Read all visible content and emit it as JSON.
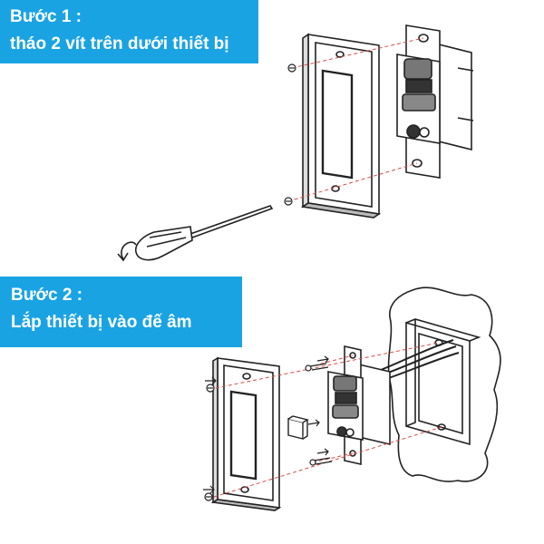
{
  "step1": {
    "title": "Bước 1 :",
    "description": "tháo 2 vít trên dưới thiết bị"
  },
  "step2": {
    "title": "Bước 2 :",
    "description": "Lắp thiết bị vào đế âm"
  },
  "colors": {
    "banner": "#1aa3e3",
    "banner_text": "#ffffff",
    "line_art": "#222222",
    "guide_line": "#d94a4a"
  }
}
